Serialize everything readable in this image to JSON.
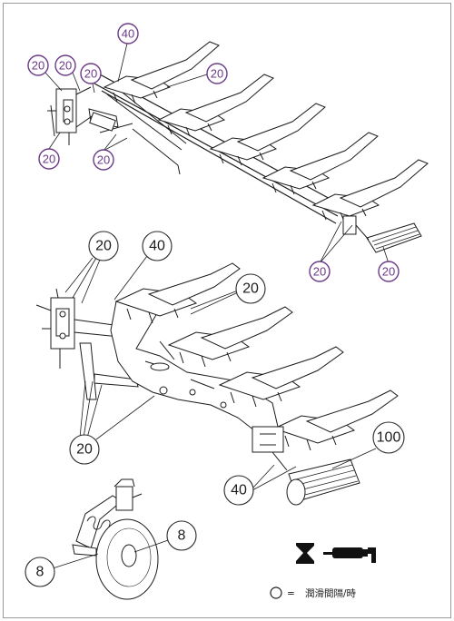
{
  "upper_plow": {
    "callouts": [
      {
        "id": "u40",
        "label": "40"
      },
      {
        "id": "u20a",
        "label": "20"
      },
      {
        "id": "u20b",
        "label": "20"
      },
      {
        "id": "u20c",
        "label": "20"
      },
      {
        "id": "u20d",
        "label": "20"
      },
      {
        "id": "u20e",
        "label": "20"
      },
      {
        "id": "u20f",
        "label": "20"
      },
      {
        "id": "u20g",
        "label": "20"
      }
    ]
  },
  "lower_plow": {
    "callouts": [
      {
        "id": "l20a",
        "label": "20"
      },
      {
        "id": "l40a",
        "label": "40"
      },
      {
        "id": "l20b",
        "label": "20"
      },
      {
        "id": "l20c",
        "label": "20"
      },
      {
        "id": "l100",
        "label": "100"
      },
      {
        "id": "l40b",
        "label": "40"
      }
    ]
  },
  "disc_coulter": {
    "callouts": [
      {
        "id": "d8a",
        "label": "8"
      },
      {
        "id": "d8b",
        "label": "8"
      }
    ]
  },
  "legend": {
    "equals": "=",
    "text": "潤滑間隔/時"
  }
}
